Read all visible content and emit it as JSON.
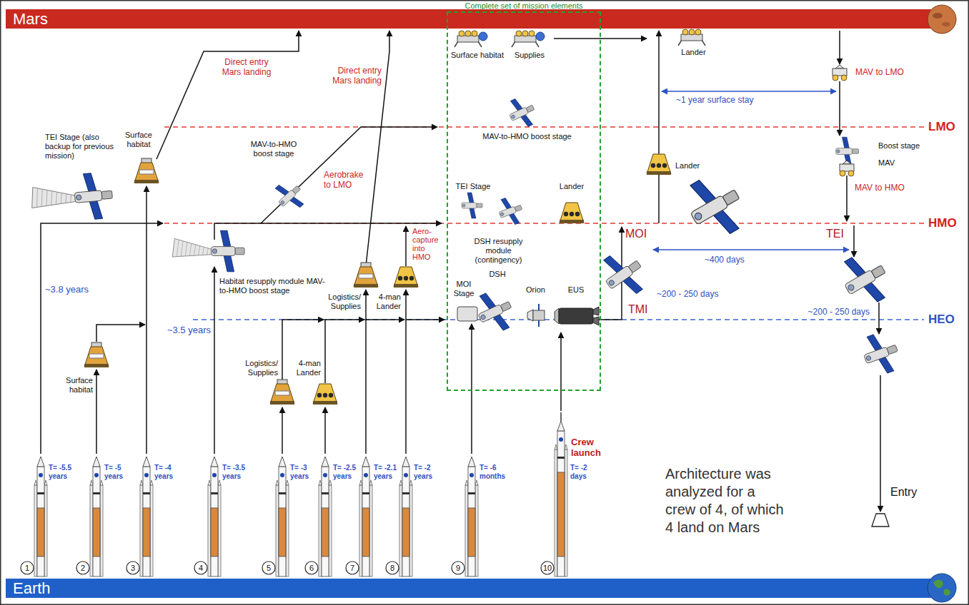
{
  "diagram": {
    "nodes": [
      {
        "text": [
          "Mars"
        ]
      },
      {
        "text": [
          "Complete set of mission elements"
        ]
      },
      {
        "text": [
          "Earth"
        ]
      }
    ],
    "labels": [
      "TEI Stage (also backup for previous mission)",
      "~3.8 years",
      "Surface habitat",
      "Surface habitat",
      "Direct entry Mars landing",
      "MAV-to-HMO boost stage",
      "Aerobrake to LMO",
      "Direct entry Mars landing",
      "Habitat resupply module MAV-to-HMO boost stage",
      "~3.5 years",
      "Logistics/ Supplies",
      "4-man Lander",
      "Aero- capture into HMO",
      "Logistics/ Supplies",
      "4-man Lander",
      "Surface habitat",
      "Supplies",
      "MAV-to-HMO boost stage",
      "TEI Stage",
      "Lander",
      "DSH resupply module (contingency)",
      "MOI Stage",
      "DSH",
      "Orion",
      "EUS",
      "Lander",
      "~1 year surface stay",
      "MAV to LMO",
      "LMO",
      "Lander",
      "Boost stage",
      "MAV",
      "MAV to HMO",
      "HMO",
      "MOI",
      "TEI",
      "~400 days",
      "~200 - 250 days",
      "TMI",
      "HEO",
      "~200 - 250 days",
      "Entry",
      "T= -5.5 years",
      "T= -5 years",
      "T= -4 years",
      "T= -3.5 years",
      "T= -3 years",
      "T= -2.5 years",
      "T= -2.1 years",
      "T= -2 years",
      "T= -6 months",
      "Crew launch",
      "T= -2 days",
      "Architecture was analyzed for a crew of 4, of which 4 land on Mars",
      "1",
      "2",
      "3",
      "4",
      "5",
      "6",
      "7",
      "8",
      "9",
      "10"
    ]
  }
}
